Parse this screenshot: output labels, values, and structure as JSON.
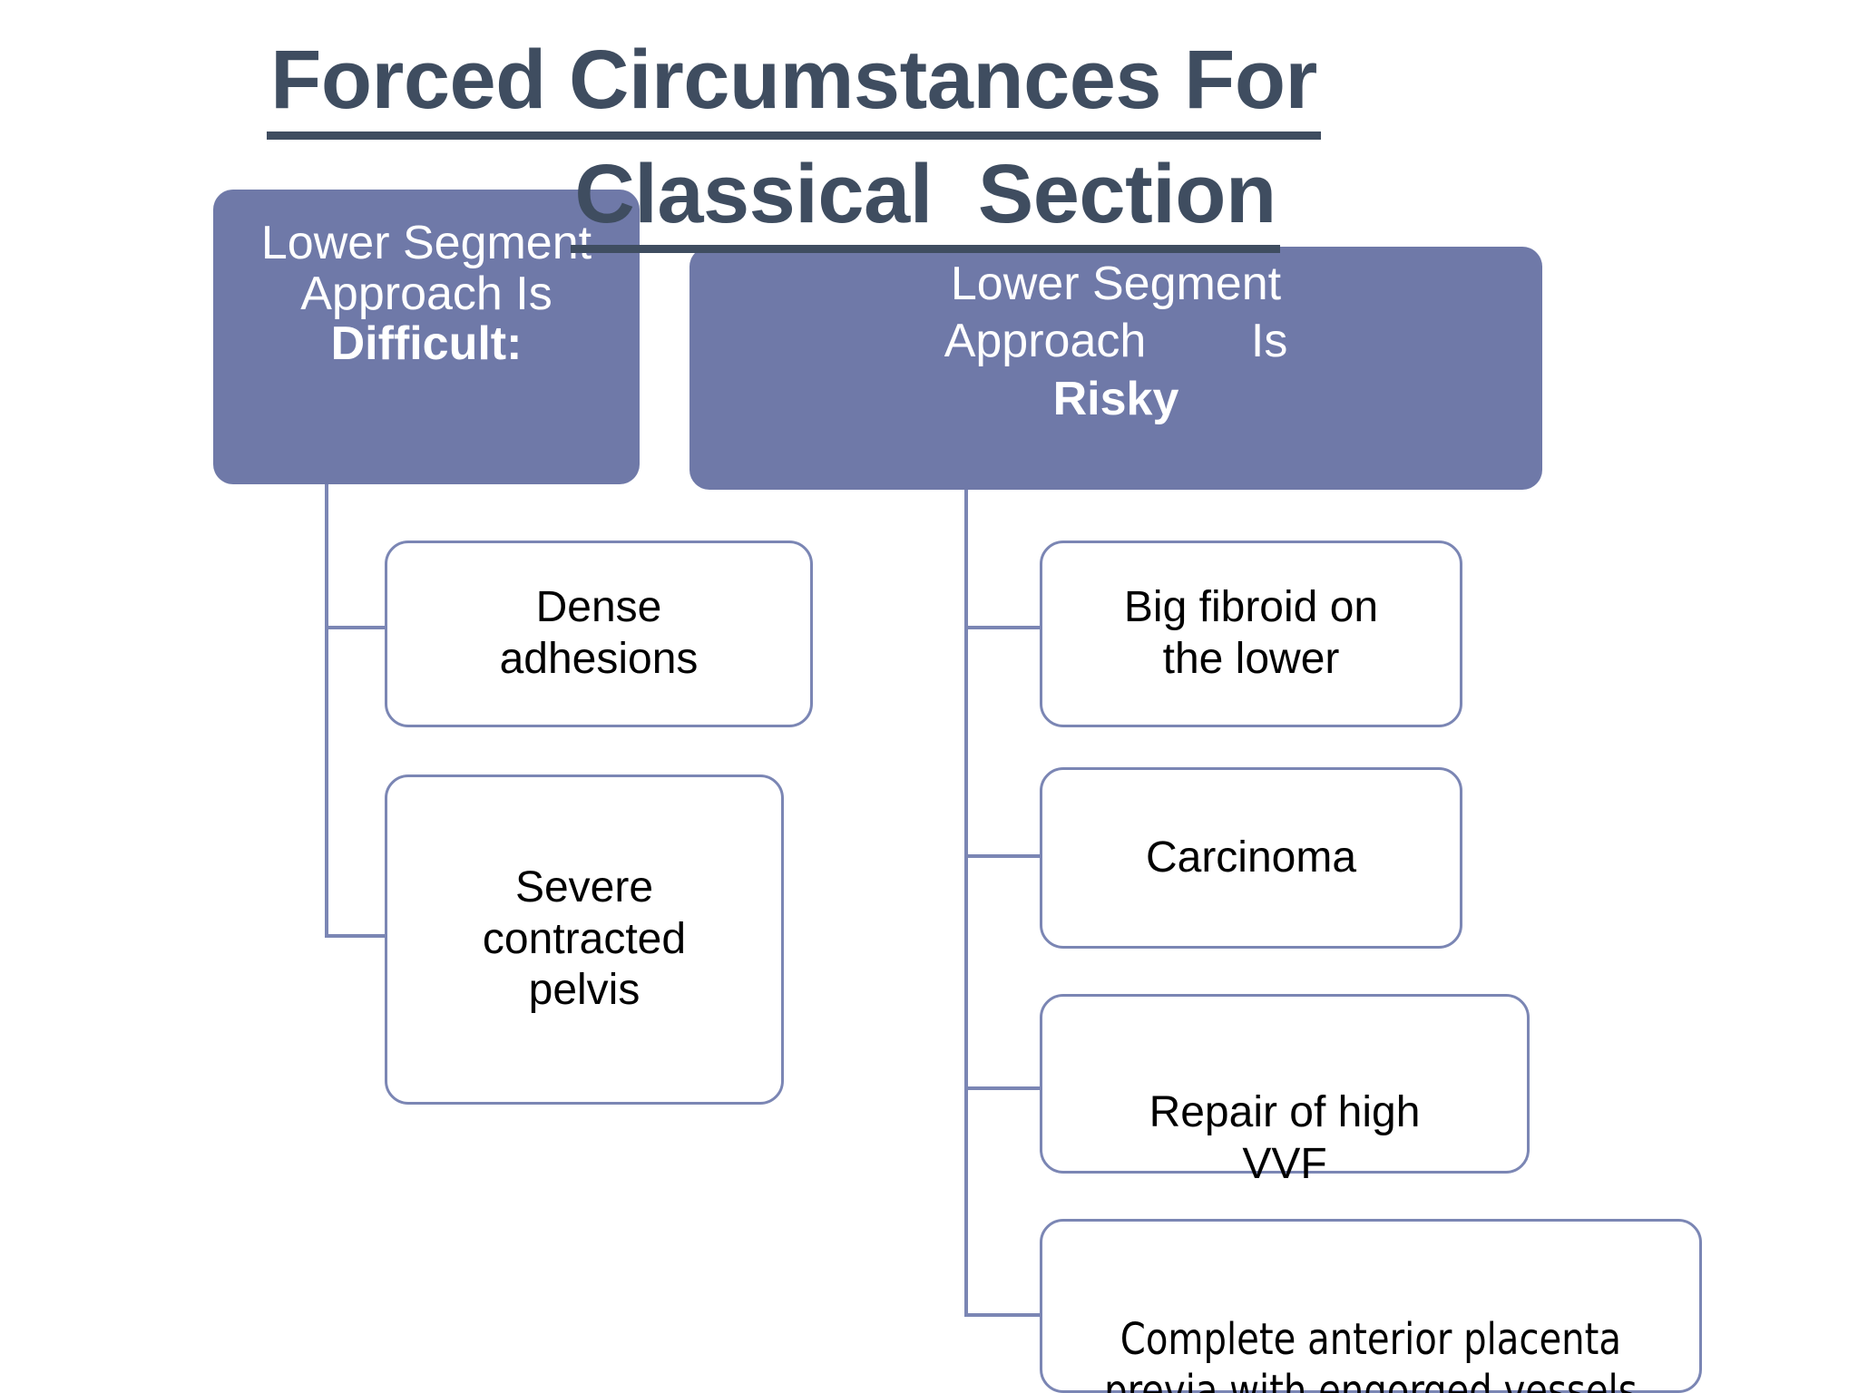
{
  "slide": {
    "background_color": "#ffffff",
    "accent_color": "#6f79a8",
    "title_color": "#3f4d60",
    "border_color": "#7b86b4",
    "title": {
      "line1": "Forced Circumstances For",
      "line2": "Classical  Section",
      "full": "Forced Circumstances For Classical  Section"
    }
  },
  "branches": [
    {
      "id": "left",
      "header": {
        "line1": "Lower Segment",
        "line2": "Approach Is",
        "line3": "Difficult:"
      },
      "children": [
        {
          "label": "Dense\nadhesions"
        },
        {
          "label": "Severe\ncontracted\npelvis"
        }
      ]
    },
    {
      "id": "right",
      "header": {
        "line1": "Lower Segment",
        "line2": "Approach        Is",
        "line3": "Risky"
      },
      "children": [
        {
          "label": "Big fibroid on\nthe lower"
        },
        {
          "label": "Carcinoma"
        },
        {
          "label": "Repair of high\nVVF"
        },
        {
          "label": "Complete anterior placenta\nprevia with engorged vessels"
        }
      ]
    }
  ]
}
